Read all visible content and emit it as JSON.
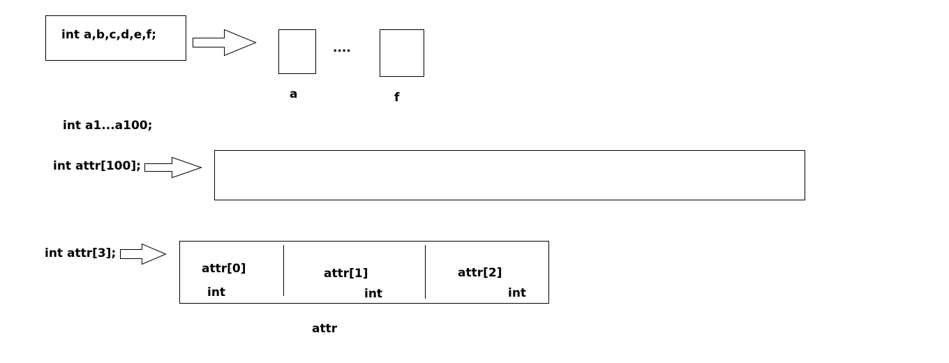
{
  "scalars": {
    "declaration": "int a,b,c,d,e,f;",
    "ellipsis": "....",
    "var_first": "a",
    "var_last": "f"
  },
  "many_vars": {
    "declaration": "int a1...a100;"
  },
  "array_100": {
    "declaration": "int attr[100];"
  },
  "array_3": {
    "declaration": "int attr[3];",
    "cells": [
      {
        "index_label": "attr[0]",
        "type_label": "int"
      },
      {
        "index_label": "attr[1]",
        "type_label": "int"
      },
      {
        "index_label": "attr[2]",
        "type_label": "int"
      }
    ],
    "name": "attr"
  },
  "colors": {
    "stroke": "#000000",
    "fill": "#ffffff",
    "text": "#000000"
  }
}
